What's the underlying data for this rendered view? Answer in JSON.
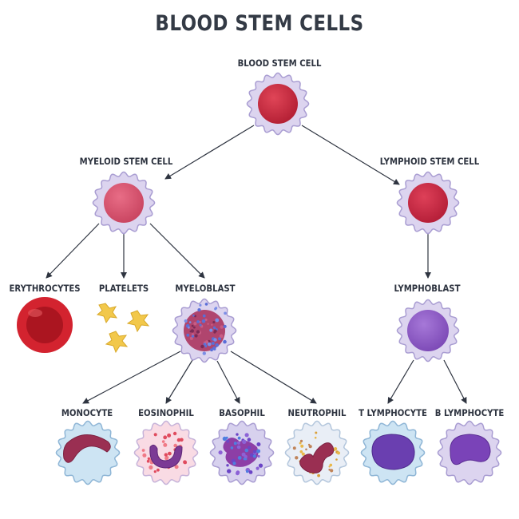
{
  "title": "BLOOD STEM CELLS",
  "nodes": {
    "blood_stem_cell": "BLOOD STEM CELL",
    "myeloid_stem_cell": "MYELOID STEM CELL",
    "lymphoid_stem_cell": "LYMPHOID STEM CELL",
    "erythrocytes": "ERYTHROCYTES",
    "platelets": "PLATELETS",
    "myeloblast": "MYELOBLAST",
    "lymphoblast": "LYMPHOBLAST",
    "monocyte": "MONOCYTE",
    "eosinophil": "EOSINOPHIL",
    "basophil": "BASOPHIL",
    "neutrophil": "NEUTROPHIL",
    "t_lymphocyte": "T LYMPHOCYTE",
    "b_lymphocyte": "B LYMPHOCYTE"
  },
  "edges": [
    [
      "blood_stem_cell",
      "myeloid_stem_cell"
    ],
    [
      "blood_stem_cell",
      "lymphoid_stem_cell"
    ],
    [
      "myeloid_stem_cell",
      "erythrocytes"
    ],
    [
      "myeloid_stem_cell",
      "platelets"
    ],
    [
      "myeloid_stem_cell",
      "myeloblast"
    ],
    [
      "lymphoid_stem_cell",
      "lymphoblast"
    ],
    [
      "myeloblast",
      "monocyte"
    ],
    [
      "myeloblast",
      "eosinophil"
    ],
    [
      "myeloblast",
      "basophil"
    ],
    [
      "myeloblast",
      "neutrophil"
    ],
    [
      "lymphoblast",
      "t_lymphocyte"
    ],
    [
      "lymphoblast",
      "b_lymphocyte"
    ]
  ],
  "colors": {
    "outer_membrane": "#d9d2ee",
    "outer_stroke": "#b3a8d6",
    "stem_nucleus": "#c9283e",
    "myeloid_nucleus": "#d7506d",
    "erythrocyte": "#d3232f",
    "platelet": "#f2c84b",
    "lymphoblast_nucleus": "#8e5ac6",
    "mature_cytoplasm": "#cfe6f4",
    "eosinophil_cytoplasm": "#f9d9e3",
    "arrow": "#2e3440"
  }
}
